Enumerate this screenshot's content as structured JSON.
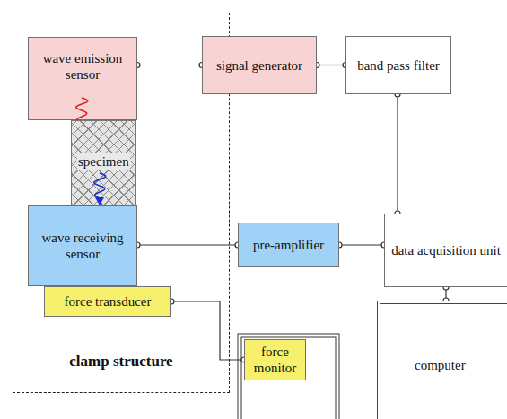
{
  "diagram": {
    "nodes": [
      {
        "text": [
          "clamp structure"
        ]
      },
      {
        "text": [
          "wave emission sensor"
        ],
        "in": 0
      },
      {
        "text": [
          "specimen"
        ],
        "in": 0
      },
      {
        "text": [
          "wave receiving sensor"
        ],
        "in": 0
      },
      {
        "text": [
          "force transducer"
        ],
        "in": 0
      },
      {
        "text": [
          "signal generator"
        ]
      },
      {
        "text": [
          "band pass filter"
        ]
      },
      {
        "text": [
          "pre-amplifier"
        ]
      },
      {
        "text": [
          "data acquisition unit"
        ]
      },
      {
        "text": [
          "computer"
        ]
      },
      {
        "text": [
          "force monitor"
        ]
      }
    ],
    "edges": [
      {
        "from": 1,
        "to": 5,
        "arrow": "none"
      },
      {
        "from": 5,
        "to": 6,
        "arrow": "none"
      },
      {
        "from": 6,
        "to": 8,
        "arrow": "none"
      },
      {
        "from": 3,
        "to": 7,
        "arrow": "none"
      },
      {
        "from": 7,
        "to": 8,
        "arrow": "none"
      },
      {
        "from": 8,
        "to": 9,
        "arrow": "none"
      },
      {
        "from": 4,
        "to": 10,
        "arrow": "none"
      }
    ]
  }
}
